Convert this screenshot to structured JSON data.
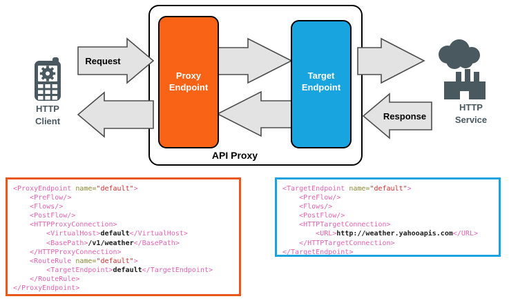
{
  "diagram": {
    "title": "API Proxy",
    "container_label": "API Proxy",
    "colors": {
      "proxy_endpoint": "#f96316",
      "target_endpoint": "#18a4de",
      "arrow_fill": "#e3e3e3",
      "arrow_stroke": "#4d4d4d",
      "icon_gray": "#4a5860",
      "container_stroke": "#000000",
      "proxy_code_border": "#e8571c",
      "target_code_border": "#1aa3dd",
      "background": "#ffffff"
    },
    "nodes": [
      {
        "id": "http-client",
        "label_line1": "HTTP",
        "label_line2": "Client",
        "icon": "mobile-phone-gear-icon"
      },
      {
        "id": "proxy-endpoint",
        "label_line1": "Proxy",
        "label_line2": "Endpoint"
      },
      {
        "id": "target-endpoint",
        "label_line1": "Target",
        "label_line2": "Endpoint"
      },
      {
        "id": "http-service",
        "label_line1": "HTTP",
        "label_line2": "Service",
        "icon": "factory-cloud-icon"
      }
    ],
    "arrows": [
      {
        "id": "request-arrow",
        "label": "Request",
        "direction": "right"
      },
      {
        "id": "proxy-to-target-arrow",
        "label": "",
        "direction": "right"
      },
      {
        "id": "target-to-service-arrow",
        "label": "",
        "direction": "right"
      },
      {
        "id": "service-response-arrow",
        "label": "Response",
        "direction": "left"
      },
      {
        "id": "target-to-proxy-arrow",
        "label": "",
        "direction": "left"
      },
      {
        "id": "client-response-arrow",
        "label": "",
        "direction": "left"
      }
    ]
  },
  "proxy_code": {
    "title": "ProxyEndpoint configuration",
    "lines": [
      [
        {
          "t": "tag",
          "v": "<ProxyEndpoint "
        },
        {
          "t": "attr",
          "v": "name="
        },
        {
          "t": "val",
          "v": "\"default\""
        },
        {
          "t": "tag",
          "v": ">"
        }
      ],
      [
        {
          "t": "sp",
          "v": "    "
        },
        {
          "t": "tag",
          "v": "<PreFlow/>"
        }
      ],
      [
        {
          "t": "sp",
          "v": "    "
        },
        {
          "t": "tag",
          "v": "<Flows/>"
        }
      ],
      [
        {
          "t": "sp",
          "v": "    "
        },
        {
          "t": "tag",
          "v": "<PostFlow/>"
        }
      ],
      [
        {
          "t": "sp",
          "v": "    "
        },
        {
          "t": "tag",
          "v": "<HTTPProxyConnection>"
        }
      ],
      [
        {
          "t": "sp",
          "v": "        "
        },
        {
          "t": "tag",
          "v": "<VirtualHost>"
        },
        {
          "t": "text",
          "v": "default"
        },
        {
          "t": "tag",
          "v": "</VirtualHost>"
        }
      ],
      [
        {
          "t": "sp",
          "v": "        "
        },
        {
          "t": "tag",
          "v": "<BasePath>"
        },
        {
          "t": "text",
          "v": "/v1/weather"
        },
        {
          "t": "tag",
          "v": "</BasePath>"
        }
      ],
      [
        {
          "t": "sp",
          "v": "    "
        },
        {
          "t": "tag",
          "v": "</HTTPProxyConnection>"
        }
      ],
      [
        {
          "t": "sp",
          "v": "    "
        },
        {
          "t": "tag",
          "v": "<RouteRule "
        },
        {
          "t": "attr",
          "v": "name="
        },
        {
          "t": "val",
          "v": "\"default\""
        },
        {
          "t": "tag",
          "v": ">"
        }
      ],
      [
        {
          "t": "sp",
          "v": "        "
        },
        {
          "t": "tag",
          "v": "<TargetEndpoint>"
        },
        {
          "t": "text",
          "v": "default"
        },
        {
          "t": "tag",
          "v": "</TargetEndpoint>"
        }
      ],
      [
        {
          "t": "sp",
          "v": "    "
        },
        {
          "t": "tag",
          "v": "</RouteRule>"
        }
      ],
      [
        {
          "t": "tag",
          "v": "</ProxyEndpoint>"
        }
      ]
    ]
  },
  "target_code": {
    "title": "TargetEndpoint configuration",
    "lines": [
      [
        {
          "t": "tag",
          "v": "<TargetEndpoint "
        },
        {
          "t": "attr",
          "v": "name="
        },
        {
          "t": "val",
          "v": "\"default\""
        },
        {
          "t": "tag",
          "v": ">"
        }
      ],
      [
        {
          "t": "sp",
          "v": "    "
        },
        {
          "t": "tag",
          "v": "<PreFlow/>"
        }
      ],
      [
        {
          "t": "sp",
          "v": "    "
        },
        {
          "t": "tag",
          "v": "<Flows/>"
        }
      ],
      [
        {
          "t": "sp",
          "v": "    "
        },
        {
          "t": "tag",
          "v": "<PostFlow/>"
        }
      ],
      [
        {
          "t": "sp",
          "v": "    "
        },
        {
          "t": "tag",
          "v": "<HTTPTargetConnection>"
        }
      ],
      [
        {
          "t": "sp",
          "v": "        "
        },
        {
          "t": "tag",
          "v": "<URL>"
        },
        {
          "t": "text",
          "v": "http://weather.yahooapis.com"
        },
        {
          "t": "tag",
          "v": "</URL>"
        }
      ],
      [
        {
          "t": "sp",
          "v": "    "
        },
        {
          "t": "tag",
          "v": "</HTTPTargetConnection>"
        }
      ],
      [
        {
          "t": "tag",
          "v": "</TargetEndpoint>"
        }
      ]
    ]
  }
}
